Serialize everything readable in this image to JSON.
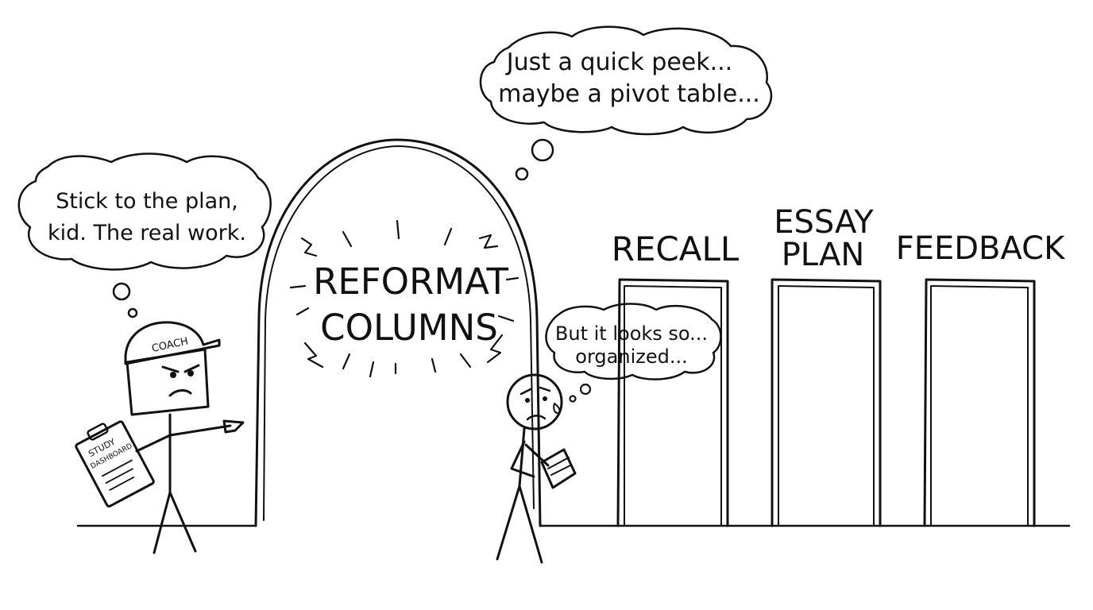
{
  "colors": {
    "ink": "#111111",
    "paper": "#ffffff"
  },
  "coach": {
    "cap_label": "COACH",
    "thought": [
      "Stick to the plan,",
      "kid. The real work."
    ],
    "clipboard": {
      "line1": "STUDY",
      "line2": "DASHBOARD"
    }
  },
  "student": {
    "thought_small": [
      "But it looks so...",
      "organized..."
    ],
    "thought_big": [
      "Just a quick peek...",
      "maybe a pivot table..."
    ]
  },
  "arch": {
    "label": [
      "REFORMAT",
      "COLUMNS"
    ]
  },
  "doors": [
    {
      "label": [
        "RECALL"
      ]
    },
    {
      "label": [
        "ESSAY",
        "PLAN"
      ]
    },
    {
      "label": [
        "FEEDBACK"
      ]
    }
  ]
}
